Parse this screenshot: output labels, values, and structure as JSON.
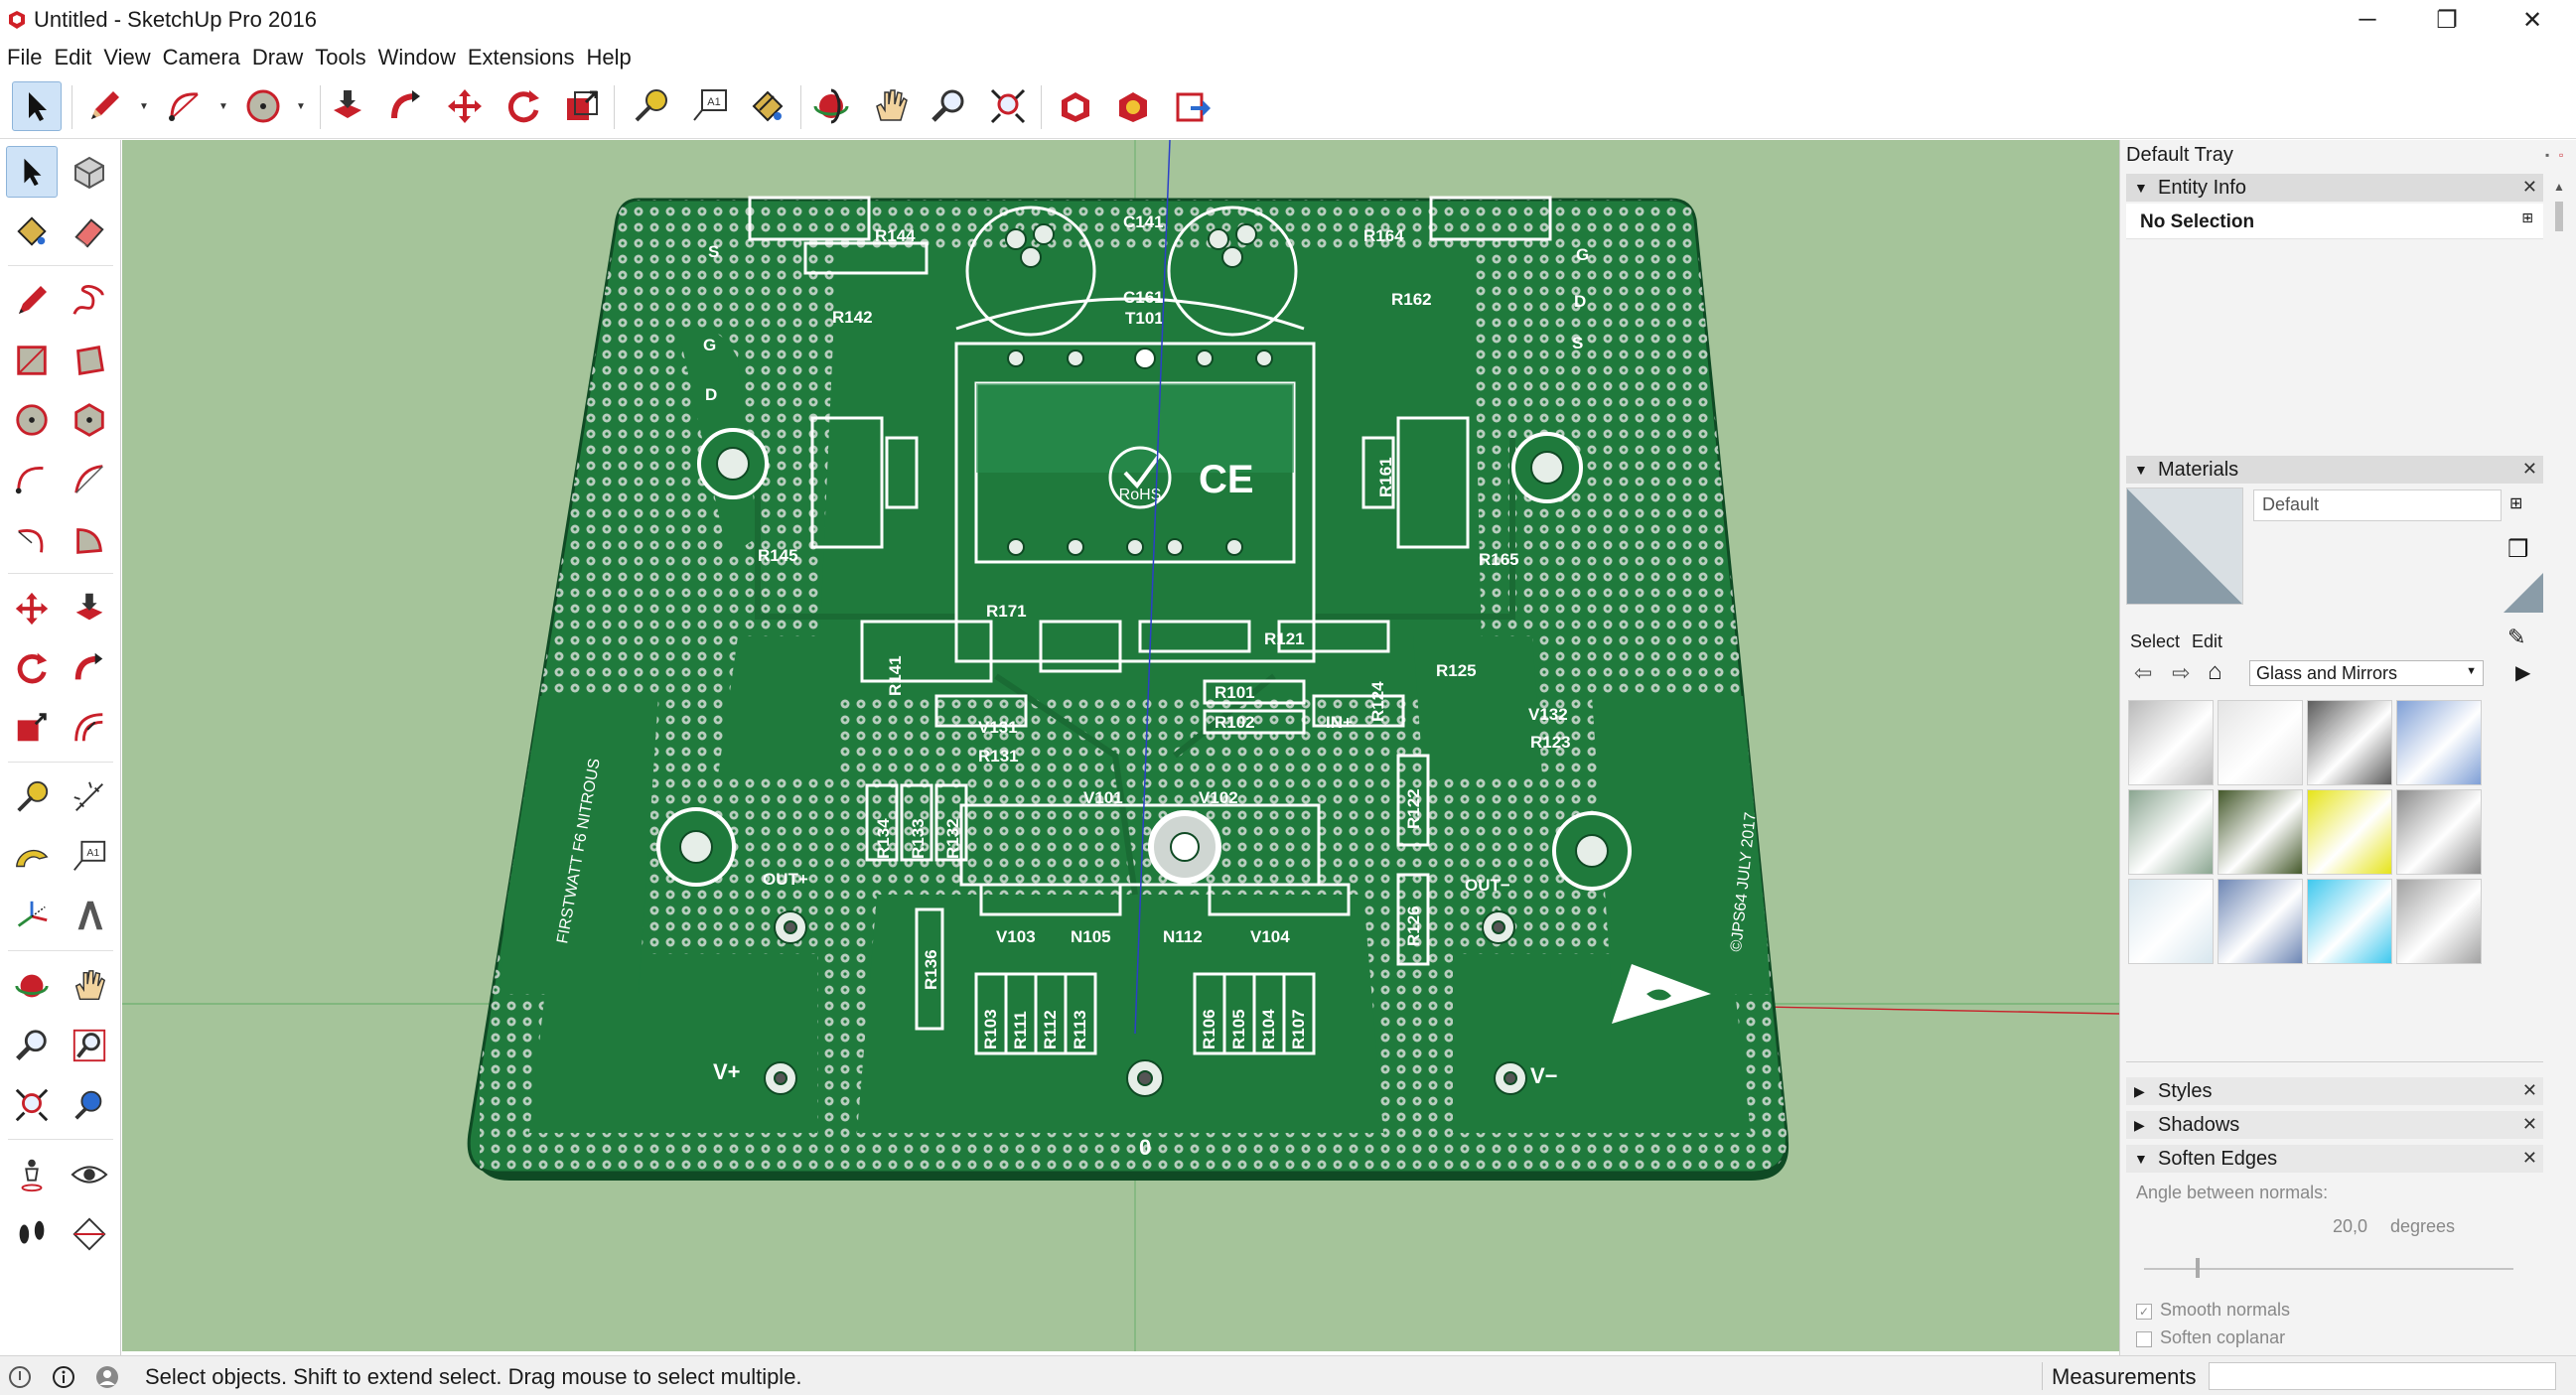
{
  "window": {
    "title": "Untitled - SketchUp Pro 2016",
    "minimize": "─",
    "maximize": "❐",
    "close": "✕"
  },
  "menu": [
    "File",
    "Edit",
    "View",
    "Camera",
    "Draw",
    "Tools",
    "Window",
    "Extensions",
    "Help"
  ],
  "toolbar": {
    "icons": [
      "select-icon",
      "pencil-icon",
      "arc-icon",
      "circle-icon",
      "push-pull-icon",
      "follow-me-icon",
      "move-icon",
      "rotate-icon",
      "scale-icon",
      "tape-measure-icon",
      "text-icon",
      "paint-bucket-icon",
      "orbit-icon",
      "pan-icon",
      "zoom-icon",
      "zoom-extents-icon",
      "warehouse-icon",
      "extension-warehouse-icon",
      "send-to-layout-icon"
    ],
    "text_tool_label": "A1"
  },
  "left_toolbar": {
    "text_tool_label": "A1"
  },
  "viewport": {
    "pcb_color": "#1f7a3c",
    "background_color": "#a5c49a",
    "rohs_label": "RoHS",
    "ce_label": "CE",
    "labels": {
      "c141": "C141",
      "c161": "C161",
      "t101": "T101",
      "r144": "R144",
      "r164": "R164",
      "r142": "R142",
      "r162": "R162",
      "r141": "R141",
      "r161": "R161",
      "r145": "R145",
      "r165": "R165",
      "r171": "R171",
      "r121": "R121",
      "r124": "R124",
      "r125": "R125",
      "r101": "R101",
      "r102": "R102",
      "v131": "V131",
      "v132": "V132",
      "r131": "R131",
      "r123": "R123",
      "in_plus": "IN+",
      "v101": "V101",
      "v102": "V102",
      "r134": "R134",
      "r133": "R133",
      "r132": "R132",
      "r122": "R122",
      "r126": "R126",
      "out_plus": "OUT+",
      "out_minus": "OUT−",
      "r136": "R136",
      "v103": "V103",
      "n105": "N105",
      "n112": "N112",
      "v104": "V104",
      "r103": "R103",
      "r111": "R111",
      "r112": "R112",
      "r113": "R113",
      "r106": "R106",
      "r105": "R105",
      "r104": "R104",
      "r107": "R107",
      "v_plus": "V+",
      "v_minus": "V−",
      "zero": "0",
      "g1": "G",
      "s1": "S",
      "d1": "D",
      "g2": "G",
      "s2": "S",
      "d2": "D",
      "left_text": "FIRSTWATT F6 NITROUS",
      "right_text": "©JPS64 JULY 2017"
    }
  },
  "tray": {
    "title": "Default Tray",
    "entity_info": {
      "header": "Entity Info",
      "selection": "No Selection"
    },
    "materials": {
      "header": "Materials",
      "material_name": "Default",
      "tab_select": "Select",
      "tab_edit": "Edit",
      "library": "Glass and Mirrors",
      "swatch_colors": [
        [
          "#b9b9b9",
          "#e4e4e4",
          "#5c5c5c",
          "#7f9fd6"
        ],
        [
          "#8aa590",
          "#44582a",
          "#e6e41a",
          "#8a8a8a"
        ],
        [
          "#d7e6ee",
          "#6d86b4",
          "#3ec8ee",
          "#a2a2a2"
        ]
      ]
    },
    "styles": {
      "header": "Styles"
    },
    "shadows": {
      "header": "Shadows"
    },
    "soften_edges": {
      "header": "Soften Edges",
      "angle_label": "Angle between normals:",
      "angle_value": "20,0",
      "angle_unit": "degrees",
      "smooth_normals": "Smooth normals",
      "soften_coplanar": "Soften coplanar"
    }
  },
  "status": {
    "text": "Select objects. Shift to extend select. Drag mouse to select multiple.",
    "measurements_label": "Measurements"
  }
}
